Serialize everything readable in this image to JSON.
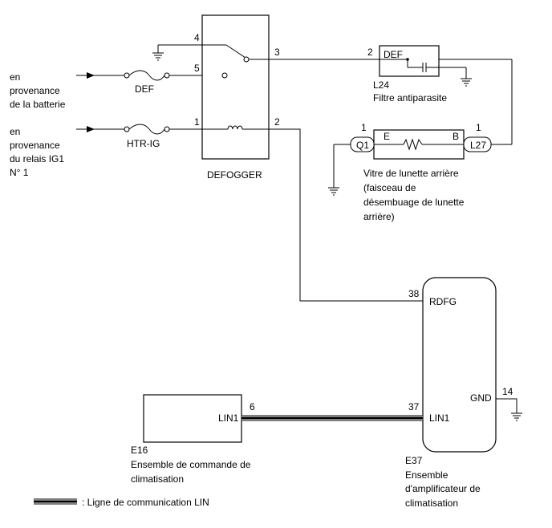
{
  "sources": {
    "battery": [
      "en",
      "provenance",
      "de la batterie"
    ],
    "ig1_relay": [
      "en",
      "provenance",
      "du relais IG1",
      "N° 1"
    ]
  },
  "fuses": {
    "def": "DEF",
    "htr_ig": "HTR-IG"
  },
  "defogger": {
    "label": "DEFOGGER",
    "pins": {
      "p4": "4",
      "p5": "5",
      "p1": "1",
      "p3": "3",
      "p2": "2"
    }
  },
  "noise_filter": {
    "pin": "2",
    "inner_label": "DEF",
    "code": "L24",
    "desc": "Filtre antiparasite"
  },
  "rear_window": {
    "pin_left": "1",
    "pin_right": "1",
    "conn_left": "Q1",
    "conn_right": "L27",
    "term_e": "E",
    "term_b": "B",
    "desc": [
      "Vitre de lunette arrière",
      "(faisceau de",
      "désembuage de lunette",
      "arrière)"
    ]
  },
  "amplifier": {
    "pin_rdfg": "38",
    "rdfg": "RDFG",
    "pin_lin": "37",
    "lin": "LIN1",
    "gnd": "GND",
    "pin_gnd": "14",
    "code": "E37",
    "desc": [
      "Ensemble",
      "d'amplificateur de",
      "climatisation"
    ]
  },
  "control": {
    "lin": "LIN1",
    "pin_lin": "6",
    "code": "E16",
    "desc": [
      "Ensemble de commande de",
      "climatisation"
    ]
  },
  "legend": {
    "text": ": Ligne de communication LIN"
  }
}
